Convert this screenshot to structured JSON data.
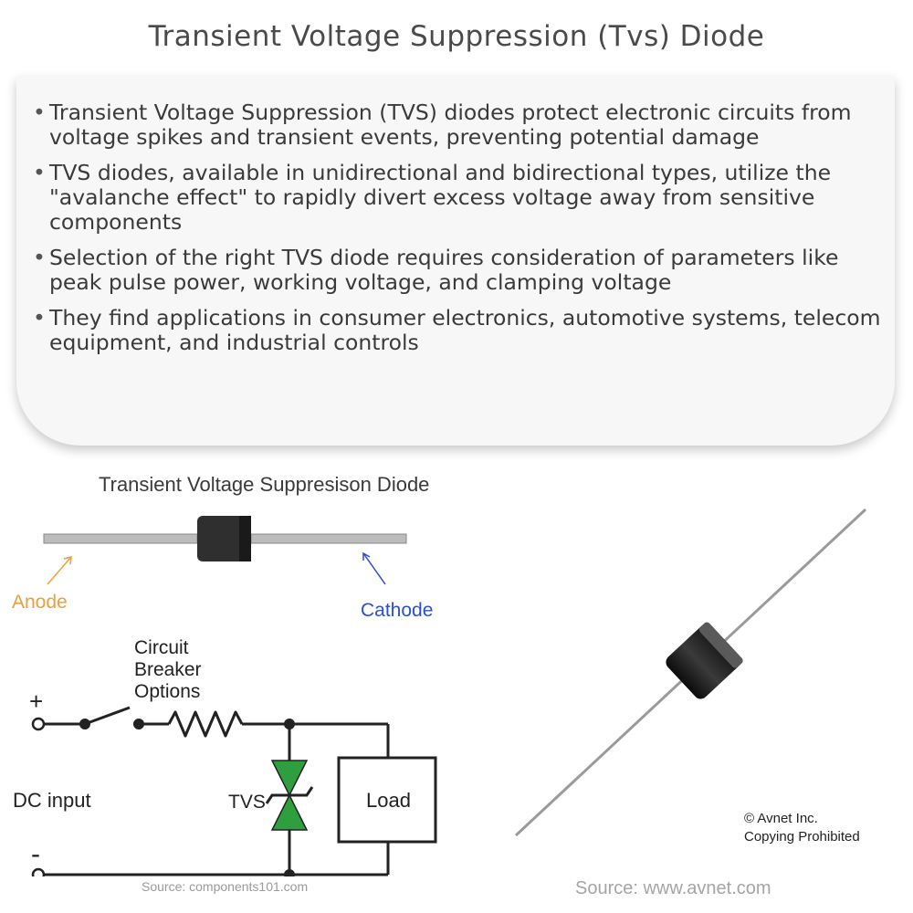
{
  "title": "Transient Voltage Suppression (Tvs) Diode",
  "bullets": [
    "Transient Voltage Suppression (TVS) diodes protect electronic circuits from voltage spikes and transient events, preventing potential damage",
    "TVS diodes, available in unidirectional and bidirectional types, utilize the \"avalanche effect\" to rapidly divert excess voltage away from sensitive components",
    "Selection of the right TVS diode requires consideration of parameters like peak pulse power, working voltage, and clamping voltage",
    "They find applications in consumer electronics, automotive systems, telecom equipment, and industrial controls"
  ],
  "diagram": {
    "heading": "Transient Voltage Suppresison Diode",
    "anode": "Anode",
    "cathode": "Cathode",
    "breaker": [
      "Circuit",
      "Breaker",
      "Options"
    ],
    "plus": "+",
    "minus": "-",
    "dc_input": "DC input",
    "tvs": "TVS",
    "load": "Load",
    "source": "Source: components101.com",
    "colors": {
      "anode": "#e8a040",
      "cathode": "#2a4fd0",
      "tvs": "#2e9e3e"
    }
  },
  "photo": {
    "credit": [
      "© Avnet Inc.",
      "Copying Prohibited"
    ],
    "source": "Source: www.avnet.com"
  }
}
